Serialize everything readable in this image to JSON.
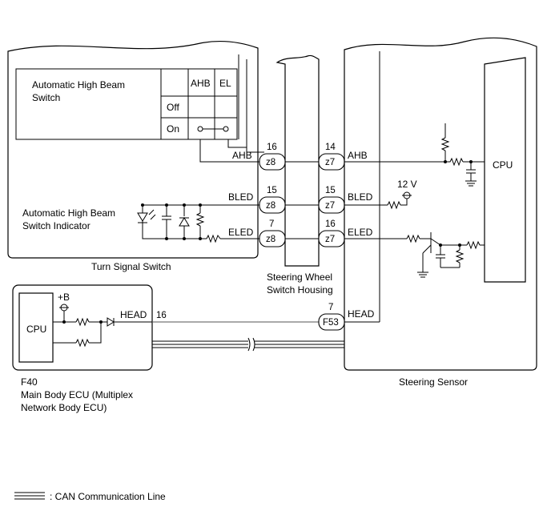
{
  "components": {
    "turn_signal_switch": "Turn Signal Switch",
    "steering_wheel_switch_housing": [
      "Steering Wheel",
      "Switch Housing"
    ],
    "steering_sensor": "Steering Sensor",
    "main_body_ecu": [
      "F40",
      "Main Body ECU (Multiplex",
      "Network Body ECU)"
    ],
    "switch_name": [
      "Automatic High Beam",
      "Switch"
    ],
    "indicator_name": [
      "Automatic High Beam",
      "Switch Indicator"
    ],
    "cpu": "CPU"
  },
  "switch_table": {
    "headers": [
      "AHB",
      "EL"
    ],
    "rows": [
      "Off",
      "On"
    ]
  },
  "signals": {
    "ahb": "AHB",
    "bled": "BLED",
    "eled": "ELED",
    "head": "HEAD",
    "v12": "12 V",
    "plus_b": "+B"
  },
  "connectors": {
    "z8": "z8",
    "z7": "z7",
    "f53": "F53"
  },
  "pins": {
    "z8_ahb": "16",
    "z8_bled": "15",
    "z8_eled": "7",
    "z7_ahb": "14",
    "z7_bled": "15",
    "z7_eled": "16",
    "f53_head": "7",
    "ecu_head": "16"
  },
  "legend": {
    "can_line": ": CAN Communication Line"
  }
}
